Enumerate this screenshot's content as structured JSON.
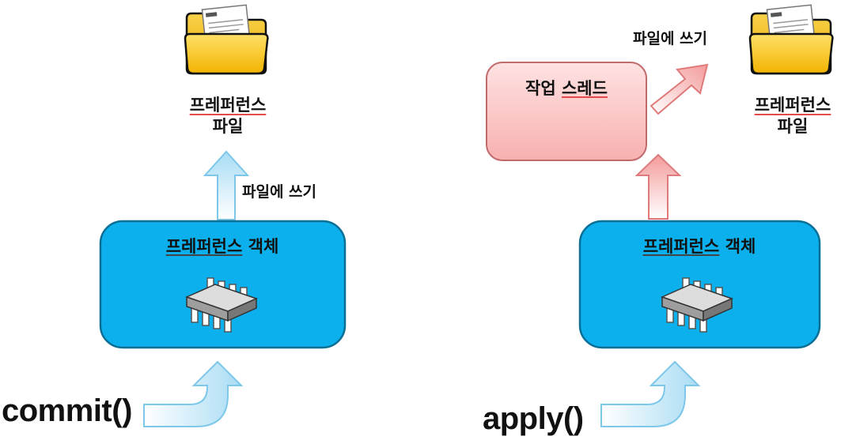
{
  "left": {
    "file_label": {
      "line1": "프레퍼런스",
      "line2": "파일"
    },
    "write_label": "파일에 쓰기",
    "object_box": {
      "title_underlined": "프레퍼런스",
      "title_rest": "객체"
    },
    "method": "commit()"
  },
  "right": {
    "file_label": {
      "line1": "프레퍼런스",
      "line2": "파일"
    },
    "write_label": "파일에 쓰기",
    "thread_box": {
      "label_first": "작업",
      "label_underlined": "스레드"
    },
    "object_box": {
      "title_underlined": "프레퍼런스",
      "title_rest": "객체"
    },
    "method": "apply()"
  },
  "colors": {
    "object_box_fill": "#0cb0ec",
    "blue_arrow": "#d3effb",
    "red_arrow": "#f7b4b4",
    "thread_box_fill": "#fcc9c9",
    "folder": "#f7c418"
  }
}
